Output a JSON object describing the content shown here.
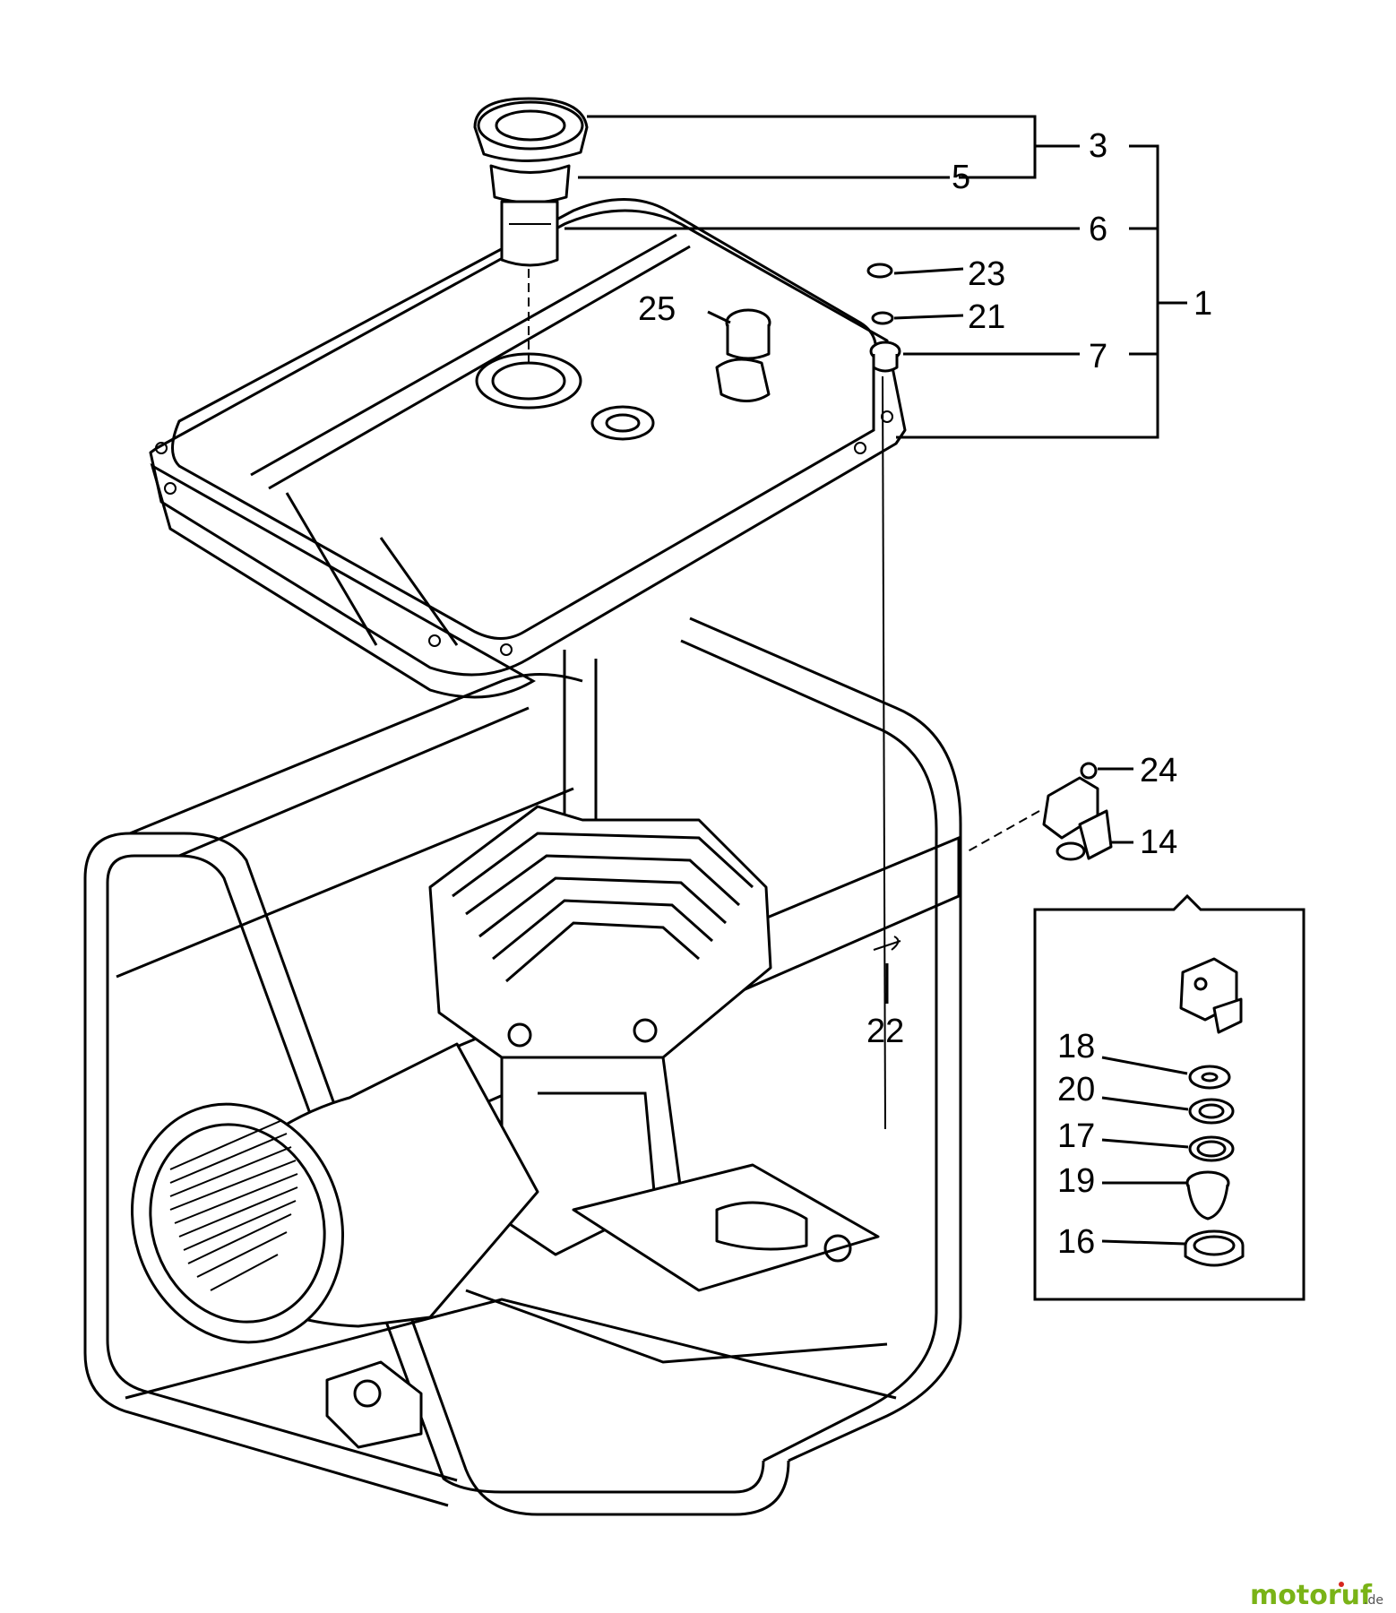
{
  "callouts": {
    "c1": "1",
    "c3": "3",
    "c5": "5",
    "c6": "6",
    "c7": "7",
    "c14": "14",
    "c16": "16",
    "c17": "17",
    "c18": "18",
    "c19": "19",
    "c20": "20",
    "c21": "21",
    "c22": "22",
    "c23": "23",
    "c24": "24",
    "c25": "25"
  },
  "watermark": {
    "name": "motoruf",
    "tld": ".de"
  },
  "colors": {
    "line": "#000000",
    "background": "#ffffff",
    "wm_green": "#7ab317",
    "wm_red": "#d7261e"
  }
}
